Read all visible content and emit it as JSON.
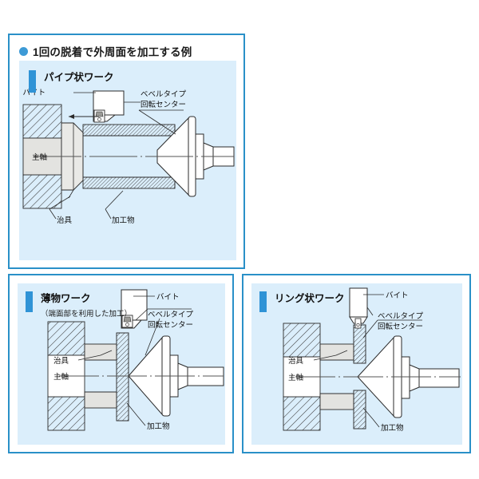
{
  "page": {
    "background": "#ffffff",
    "accent_border": "#2a90c8",
    "panel_background": "#dbeefb",
    "tick_color": "#2f93d6",
    "metal_fill": "#e3e3e0",
    "hatch_color": "#3a3a3a"
  },
  "header": {
    "bullet": "bullet-dot",
    "title": "1回の脱着で外周面を加工する例"
  },
  "panels": [
    {
      "id": "pipe-work",
      "title": "パイプ状ワーク",
      "subtitle": "",
      "labels": {
        "tool": "バイト",
        "center_line1": "ベベルタイプ",
        "center_line2": "回転センター",
        "spindle": "主軸",
        "jig": "治具",
        "workpiece": "加工物"
      }
    },
    {
      "id": "thin-work",
      "title": "薄物ワーク",
      "subtitle": "（端面部を利用した加工）",
      "labels": {
        "tool": "バイト",
        "center_line1": "ベベルタイプ",
        "center_line2": "回転センター",
        "spindle": "主軸",
        "jig": "治具",
        "workpiece": "加工物"
      }
    },
    {
      "id": "ring-work",
      "title": "リング状ワーク",
      "subtitle": "",
      "labels": {
        "tool": "バイト",
        "center_line1": "ベベルタイプ",
        "center_line2": "回転センター",
        "spindle": "主軸",
        "jig": "治具",
        "workpiece": "加工物"
      }
    }
  ]
}
